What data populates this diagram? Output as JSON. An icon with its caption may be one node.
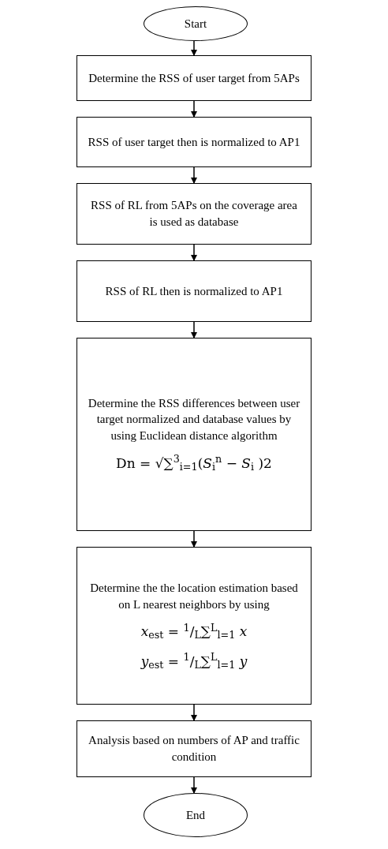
{
  "diagram": {
    "nodes": [
      {
        "text": [
          "Start"
        ]
      },
      {
        "text": [
          "Determine the RSS of user target from 5APs"
        ]
      },
      {
        "text": [
          "RSS of user target then is normalized to AP1"
        ]
      },
      {
        "text": [
          "RSS of RL from 5APs on the coverage area is used as database"
        ]
      },
      {
        "text": [
          "RSS of RL then is normalized to AP1"
        ]
      },
      {
        "text": [
          "Determine the RSS differences between user target normalized and database values by using Euclidean distance algorithm",
          "Dn = √∑$^{3}$$_{i=1}$(*S*$_{i}$$^{n}$ − *S*$_{i}$ )2"
        ]
      },
      {
        "text": [
          "Determine the the location estimation based on L nearest neighbors by using",
          "*x*$_{est}$ = $^{1}$/$_{L}$∑$^{L}$$_{l=1}$ *x*",
          "*y*$_{est}$ = $^{1}$/$_{L}$∑$^{L}$$_{l=1}$ *y*"
        ]
      },
      {
        "text": [
          "Analysis based on numbers of AP and traffic condition"
        ]
      },
      {
        "text": [
          "End"
        ]
      }
    ],
    "edges": [
      {
        "from": 0,
        "to": 1,
        "arrow": "to"
      },
      {
        "from": 1,
        "to": 2,
        "arrow": "to"
      },
      {
        "from": 2,
        "to": 3,
        "arrow": "to"
      },
      {
        "from": 3,
        "to": 4,
        "arrow": "to"
      },
      {
        "from": 4,
        "to": 5,
        "arrow": "to"
      },
      {
        "from": 5,
        "to": 6,
        "arrow": "to"
      },
      {
        "from": 6,
        "to": 7,
        "arrow": "to"
      },
      {
        "from": 7,
        "to": 8,
        "arrow": "to"
      }
    ]
  }
}
